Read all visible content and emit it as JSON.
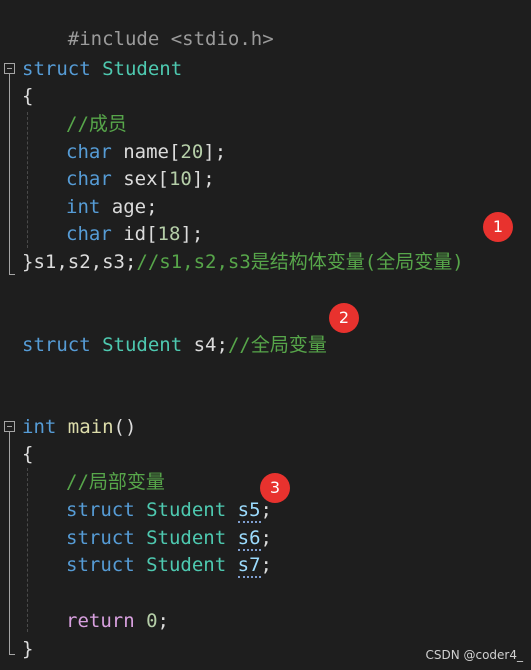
{
  "code": {
    "l1_include": "#include <stdio.h>",
    "l2_struct_kw": "struct",
    "l2_struct_name": "Student",
    "l3_open": "{",
    "l4_comment": "//成员",
    "l5_type": "char",
    "l5_rest_a": " name[",
    "l5_num": "20",
    "l5_rest_b": "];",
    "l6_type": "char",
    "l6_rest_a": " sex[",
    "l6_num": "10",
    "l6_rest_b": "];",
    "l7_type": "int",
    "l7_rest": " age;",
    "l8_type": "char",
    "l8_rest_a": " id[",
    "l8_num": "18",
    "l8_rest_b": "];",
    "l9_close": "}",
    "l9_vars": "s1,s2,s3;",
    "l9_comment": "//s1,s2,s3是结构体变量(全局变量)",
    "l10_struct_kw": "struct",
    "l10_type": "Student",
    "l10_var": " s4;",
    "l10_comment": "//全局变量",
    "l11_int": "int",
    "l11_main": "main",
    "l11_parens": "()",
    "l12_open": "{",
    "l13_comment": "//局部变量",
    "l14_struct_kw": "struct",
    "l14_type": "Student",
    "l14_var": "s5",
    "l14_semi": ";",
    "l15_struct_kw": "struct",
    "l15_type": "Student",
    "l15_var": "s6",
    "l15_semi": ";",
    "l16_struct_kw": "struct",
    "l16_type": "Student",
    "l16_var": "s7",
    "l16_semi": ";",
    "l17_return": "return",
    "l17_num": "0",
    "l17_semi": ";",
    "l18_close": "}"
  },
  "annotations": [
    "1",
    "2",
    "3"
  ],
  "watermark": "CSDN @coder4_",
  "colors": {
    "background": "#1e1e1e",
    "keyword": "#569cd6",
    "type": "#4ec9b0",
    "comment": "#57a64a",
    "number": "#b5cea8",
    "badge": "#e8322e"
  },
  "icons": [
    "fold-collapse-icon"
  ]
}
